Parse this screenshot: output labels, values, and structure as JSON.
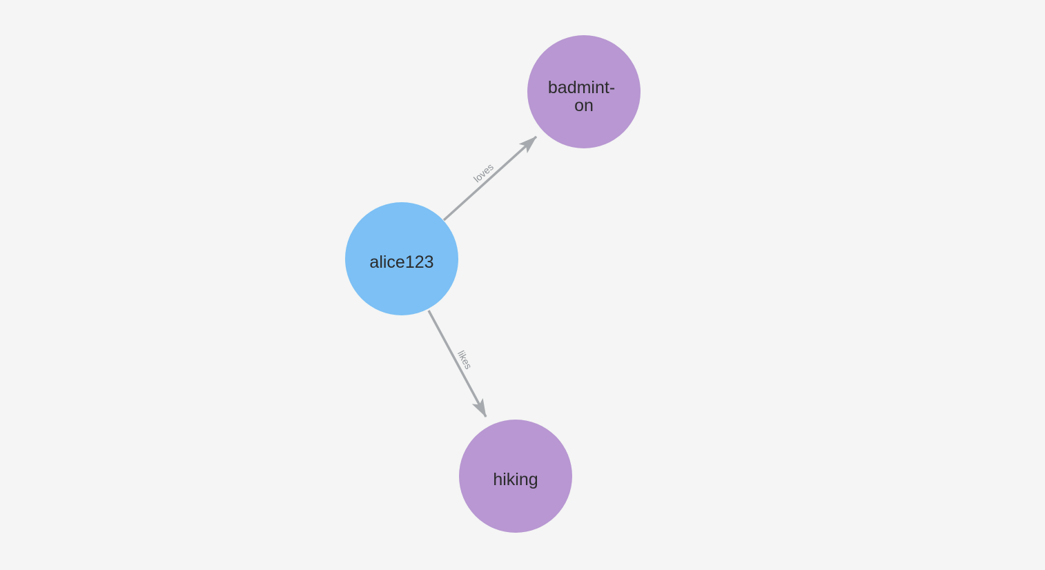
{
  "canvas": {
    "background_color": "#f4f5f4"
  },
  "graph": {
    "nodes": {
      "alice": {
        "label": "alice123",
        "type": "person",
        "color": "#7cc0f5"
      },
      "badminton": {
        "label": "badminton",
        "label_line1": "badmint-",
        "label_line2": "on",
        "type": "hobby",
        "color": "#b897d2"
      },
      "hiking": {
        "label": "hiking",
        "type": "hobby",
        "color": "#b897d2"
      }
    },
    "edges": {
      "loves": {
        "label": "loves",
        "from": "alice123",
        "to": "badminton",
        "color": "#a6a9ad",
        "label_color": "#8d9196"
      },
      "likes": {
        "label": "likes",
        "from": "alice123",
        "to": "hiking",
        "color": "#a6a9ad",
        "label_color": "#8d9196"
      }
    }
  }
}
